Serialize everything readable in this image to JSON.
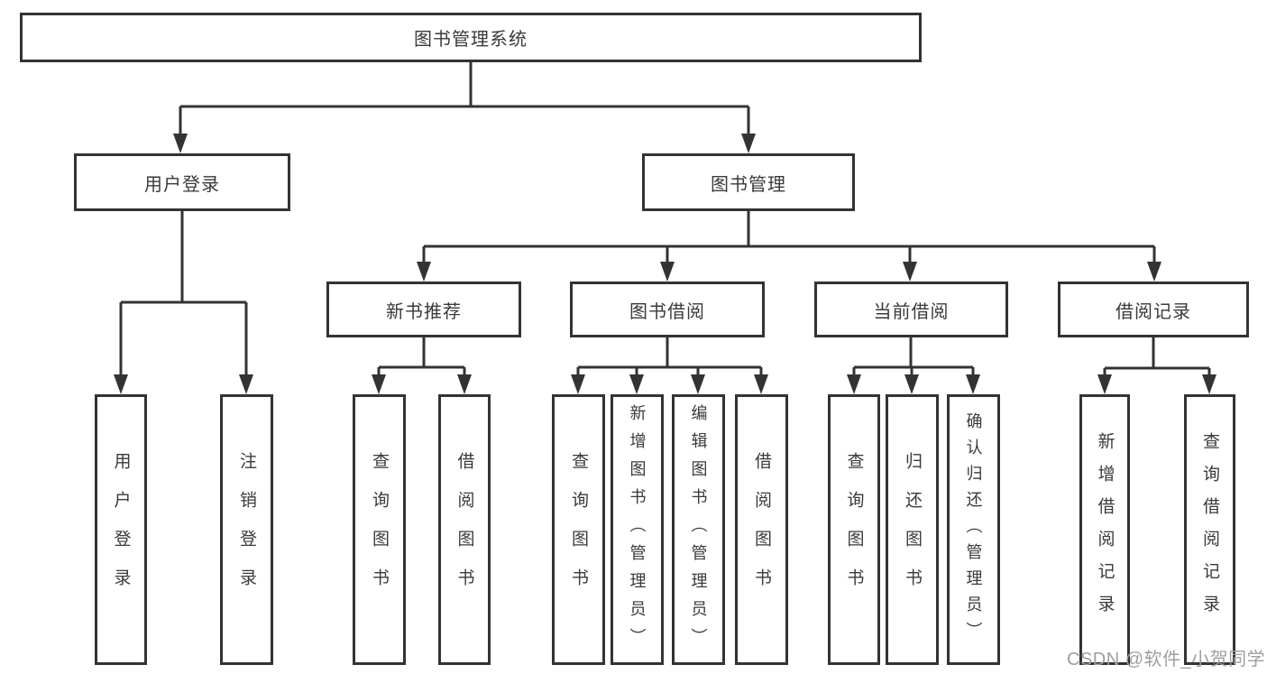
{
  "diagram": {
    "title": "图书管理系统",
    "watermark": "CSDN @软件_小贺同学",
    "colors": {
      "line": "#333333",
      "text": "#3a3a3a",
      "box_fill": "#ffffff",
      "watermark": "#9e9e9e",
      "background": "#ffffff"
    },
    "nodes": {
      "root": {
        "label": "图书管理系统"
      },
      "user_login": {
        "label": "用户登录"
      },
      "book_mgmt": {
        "label": "图书管理"
      },
      "new_book_rec": {
        "label": "新书推荐"
      },
      "book_borrow": {
        "label": "图书借阅"
      },
      "current_borrow": {
        "label": "当前借阅"
      },
      "borrow_records": {
        "label": "借阅记录"
      },
      "leaf_user_login": {
        "label": "用户登录"
      },
      "leaf_logout": {
        "label": "注销登录"
      },
      "leaf_query_book_1": {
        "label": "查询图书"
      },
      "leaf_borrow_book_1": {
        "label": "借阅图书"
      },
      "leaf_query_book_2": {
        "label": "查询图书"
      },
      "leaf_add_book": {
        "label": "新增图书（管理员）"
      },
      "leaf_edit_book": {
        "label": "编辑图书（管理员）"
      },
      "leaf_borrow_book_2": {
        "label": "借阅图书"
      },
      "leaf_query_book_3": {
        "label": "查询图书"
      },
      "leaf_return_book": {
        "label": "归还图书"
      },
      "leaf_confirm_return": {
        "label": "确认归还（管理员）"
      },
      "leaf_add_record": {
        "label": "新增借阅记录"
      },
      "leaf_query_record": {
        "label": "查询借阅记录"
      }
    },
    "edges": [
      [
        "root",
        "user_login"
      ],
      [
        "root",
        "book_mgmt"
      ],
      [
        "user_login",
        "leaf_user_login"
      ],
      [
        "user_login",
        "leaf_logout"
      ],
      [
        "book_mgmt",
        "new_book_rec"
      ],
      [
        "book_mgmt",
        "book_borrow"
      ],
      [
        "book_mgmt",
        "current_borrow"
      ],
      [
        "book_mgmt",
        "borrow_records"
      ],
      [
        "new_book_rec",
        "leaf_query_book_1"
      ],
      [
        "new_book_rec",
        "leaf_borrow_book_1"
      ],
      [
        "book_borrow",
        "leaf_query_book_2"
      ],
      [
        "book_borrow",
        "leaf_add_book"
      ],
      [
        "book_borrow",
        "leaf_edit_book"
      ],
      [
        "book_borrow",
        "leaf_borrow_book_2"
      ],
      [
        "current_borrow",
        "leaf_query_book_3"
      ],
      [
        "current_borrow",
        "leaf_return_book"
      ],
      [
        "current_borrow",
        "leaf_confirm_return"
      ],
      [
        "borrow_records",
        "leaf_add_record"
      ],
      [
        "borrow_records",
        "leaf_query_record"
      ]
    ]
  }
}
